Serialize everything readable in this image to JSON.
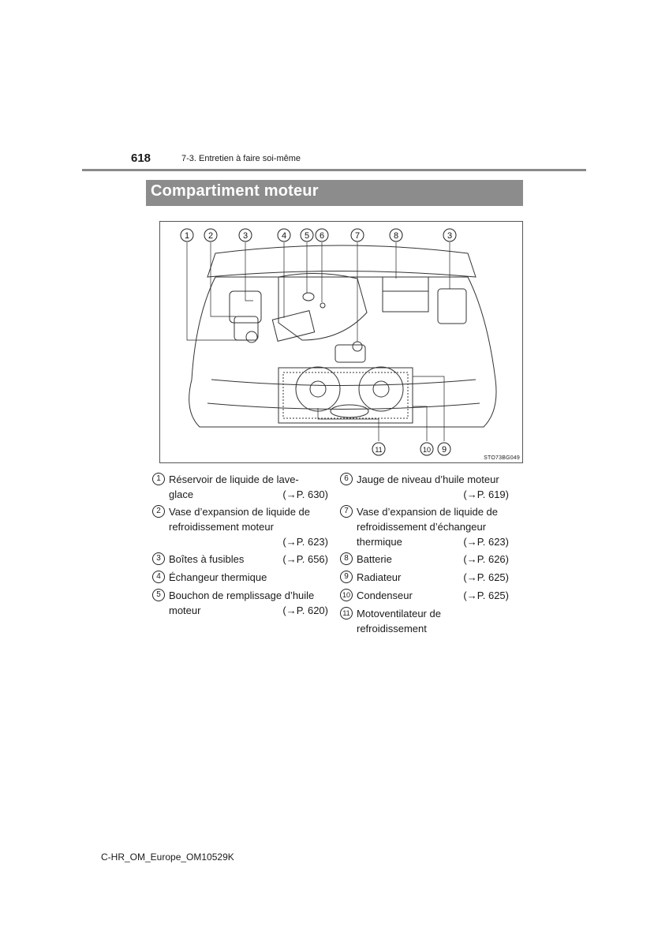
{
  "header": {
    "page_number": "618",
    "section": "7-3. Entretien à faire soi-même"
  },
  "title": "Compartiment moteur",
  "figure": {
    "code": "STO73BG049",
    "callouts": [
      "1",
      "2",
      "3",
      "4",
      "5",
      "6",
      "7",
      "8",
      "3",
      "11",
      "10",
      "9"
    ]
  },
  "legend": [
    {
      "num": "1",
      "lines": [
        "Réservoir de liquide de lave-",
        "glace"
      ],
      "ref": "(→P. 630)"
    },
    {
      "num": "2",
      "lines": [
        "Vase d’expansion de liquide de",
        "refroidissement moteur"
      ],
      "ref": "(→P. 623)"
    },
    {
      "num": "3",
      "lines": [
        "Boîtes à fusibles"
      ],
      "ref": "(→P. 656)"
    },
    {
      "num": "4",
      "lines": [
        "Échangeur thermique"
      ],
      "ref": ""
    },
    {
      "num": "5",
      "lines": [
        "Bouchon de remplissage d’huile",
        "moteur"
      ],
      "ref": "(→P. 620)"
    },
    {
      "num": "6",
      "lines": [
        "Jauge de niveau d’huile moteur"
      ],
      "ref": "(→P. 619)"
    },
    {
      "num": "7",
      "lines": [
        "Vase d’expansion de liquide de",
        "refroidissement d’échangeur",
        "thermique"
      ],
      "ref": "(→P. 623)"
    },
    {
      "num": "8",
      "lines": [
        "Batterie"
      ],
      "ref": "(→P. 626)"
    },
    {
      "num": "9",
      "lines": [
        "Radiateur"
      ],
      "ref": "(→P. 625)"
    },
    {
      "num": "10",
      "lines": [
        "Condenseur"
      ],
      "ref": "(→P. 625)"
    },
    {
      "num": "11",
      "lines": [
        "Motoventilateur de",
        "refroidissement"
      ],
      "ref": ""
    }
  ],
  "footer": {
    "doc_id": "C-HR_OM_Europe_OM10529K"
  }
}
